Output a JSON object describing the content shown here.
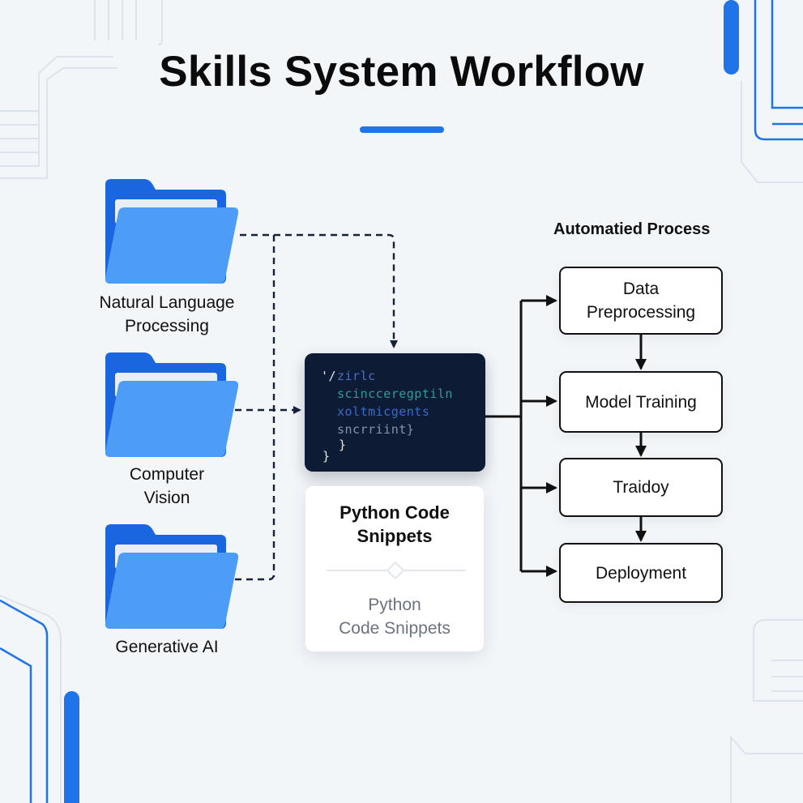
{
  "title": "Skills System Workflow",
  "colors": {
    "accent": "#1f74ea",
    "folder_back": "#1a66e0",
    "folder_front": "#4d9cf5",
    "code_bg": "#0d1b34",
    "text": "#111111",
    "muted_text": "#6b7380",
    "background": "#f3f6f9"
  },
  "skills": [
    {
      "label_line1": "Natural Language",
      "label_line2": "Processing",
      "icon": "folder-icon"
    },
    {
      "label_line1": "Computer",
      "label_line2": "Vision",
      "icon": "folder-icon"
    },
    {
      "label_line1": "Generative AI",
      "label_line2": "",
      "icon": "folder-icon"
    }
  ],
  "code_card": {
    "lines": [
      {
        "prefix": "'/",
        "text": "zirlc"
      },
      {
        "prefix": "",
        "text": "scincceregptiln"
      },
      {
        "prefix": "",
        "text": "xoltmicgents"
      },
      {
        "prefix": "",
        "text": "sncrriint}"
      },
      {
        "prefix": "",
        "text": "}"
      },
      {
        "prefix": "",
        "text": "}"
      }
    ]
  },
  "snippet_card": {
    "title_line1": "Python Code",
    "title_line2": "Snippets",
    "subtitle_line1": "Python",
    "subtitle_line2": "Code Snippets"
  },
  "process": {
    "heading": "Automatied Process",
    "steps": [
      {
        "line1": "Data",
        "line2": "Preprocessing"
      },
      {
        "line1": "Model Training",
        "line2": ""
      },
      {
        "line1": "Traidoy",
        "line2": ""
      },
      {
        "line1": "Deployment",
        "line2": ""
      }
    ]
  }
}
